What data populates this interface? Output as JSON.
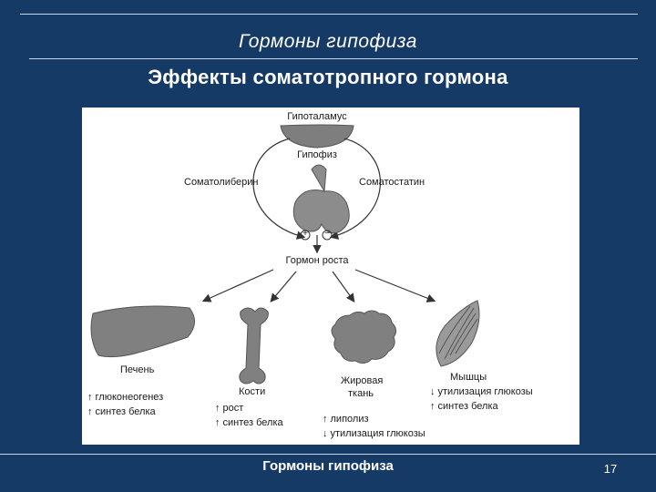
{
  "header": {
    "title": "Гормоны гипофиза"
  },
  "slide": {
    "title": "Эффекты соматотропного гормона"
  },
  "diagram": {
    "hypothalamus": "Гипоталамус",
    "pituitary": "Гипофиз",
    "somatoliberin": "Соматолиберин",
    "somatostatin": "Соматостатин",
    "plus": "+",
    "minus": "−",
    "growth_hormone": "Гормон роста",
    "targets": [
      {
        "name": "Печень",
        "effects": [
          {
            "direction": "up",
            "symbol": "↑",
            "text": "глюконеогенез"
          },
          {
            "direction": "up",
            "symbol": "↑",
            "text": "синтез белка"
          }
        ]
      },
      {
        "name": "Кости",
        "effects": [
          {
            "direction": "up",
            "symbol": "↑",
            "text": "рост"
          },
          {
            "direction": "up",
            "symbol": "↑",
            "text": "синтез белка"
          }
        ]
      },
      {
        "name_line1": "Жировая",
        "name_line2": "ткань",
        "effects": [
          {
            "direction": "up",
            "symbol": "↑",
            "text": "липолиз"
          },
          {
            "direction": "down",
            "symbol": "↓",
            "text": "утилизация глюкозы"
          }
        ]
      },
      {
        "name": "Мышцы",
        "effects": [
          {
            "direction": "down",
            "symbol": "↓",
            "text": "утилизация глюкозы"
          },
          {
            "direction": "up",
            "symbol": "↑",
            "text": "синтез белка"
          }
        ]
      }
    ]
  },
  "footer": {
    "title": "Гормоны гипофиза",
    "page_number": "17"
  }
}
